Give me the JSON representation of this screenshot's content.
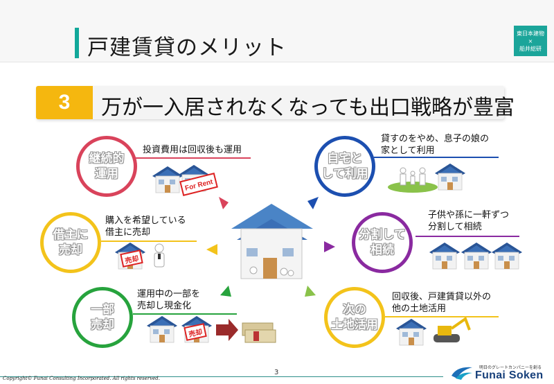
{
  "header": {
    "title": "戸建賃貸のメリット",
    "badge_line1": "東日本建物",
    "badge_line2": "×",
    "badge_line3": "船井総研"
  },
  "banner": {
    "number": "3",
    "text": "万が一入居されなくなっても出口戦略が豊富"
  },
  "items": [
    {
      "circle": "継続的\n運用",
      "desc": "投資費用は回収後も運用",
      "color": "#d9435b"
    },
    {
      "circle": "借主に\n売却",
      "desc": "購入を希望している\n借主に売却",
      "color": "#f3c31b"
    },
    {
      "circle": "一部\n売却",
      "desc": "運用中の一部を\n売却し現金化",
      "color": "#27a33d"
    },
    {
      "circle": "自宅と\nして利用",
      "desc": "貸すのをやめ、息子の娘の\n家として利用",
      "color": "#1c4fb0"
    },
    {
      "circle": "分割して\n相続",
      "desc": "子供や孫に一軒ずつ\n分割して相続",
      "color": "#8a2aa0"
    },
    {
      "circle": "次の\n土地活用",
      "desc": "回収後、戸建賃貸以外の\n他の土地活用",
      "color": "#f3c31b"
    }
  ],
  "signs": {
    "for_rent": "For Rent",
    "sold1": "売却",
    "sold2": "売却"
  },
  "footer": {
    "copyright": "Copyright© Funai Consulting Incorporated. All rights reserved.",
    "page": "3",
    "brand_tagline": "明日のグレートカンパニーを創る",
    "brand": "Funai Soken"
  }
}
